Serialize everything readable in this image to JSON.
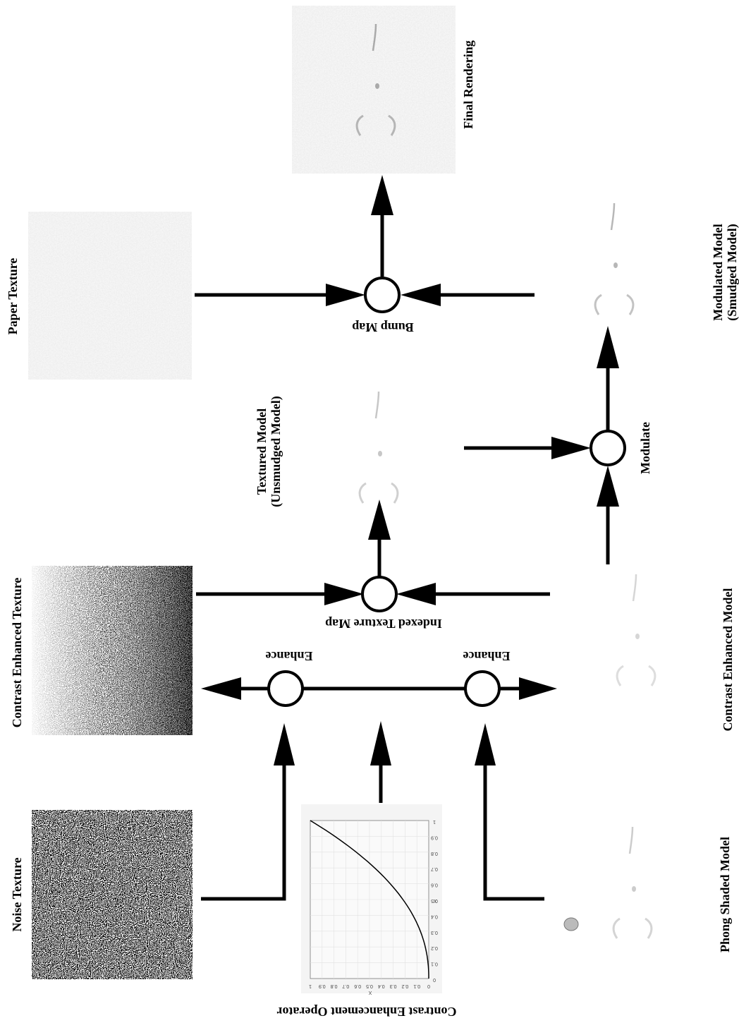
{
  "labels": {
    "noise_texture": "Noise Texture",
    "contrast_enhanced_texture": "Contrast Enhanced Texture",
    "paper_texture": "Paper Texture",
    "final_rendering": "Final Rendering",
    "contrast_enhancement_operator": "Contrast Enhancement Operator",
    "enhance_top": "Enhance",
    "enhance_bottom": "Enhance",
    "indexed_texture_map": "Indexed Texture Map",
    "bump_map": "Bump Map",
    "textured_model_line1": "Textured Model",
    "textured_model_line2": "(Unsmudged Model)",
    "modulate": "Modulate",
    "modulated_model_line1": "Modulated Model",
    "modulated_model_line2": "(Smudged Model)",
    "phong_shaded_model": "Phong Shaded Model",
    "contrast_enhanced_model": "Contrast Enhanced Model"
  },
  "operator_plot": {
    "x_axis_label": "X",
    "y_axis_label": "X",
    "x_ticks": [
      "0",
      "0.1",
      "0.2",
      "0.3",
      "0.4",
      "0.5",
      "0.6",
      "0.7",
      "0.8",
      "0.9",
      "1"
    ],
    "y_ticks": [
      "0",
      "0.1",
      "0.2",
      "0.3",
      "0.4",
      "0.5",
      "0.6",
      "0.7",
      "0.8",
      "0.9",
      "1"
    ]
  },
  "colors": {
    "line": "#000000",
    "node_fill": "#ffffff",
    "paper": "#e6e6e6",
    "final_background": "#dddddd"
  }
}
